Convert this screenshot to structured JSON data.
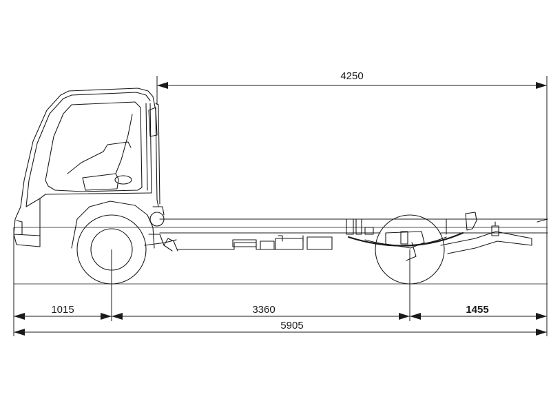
{
  "dimensions": {
    "cargo_length": "4250",
    "front_overhang": "1015",
    "wheelbase": "3360",
    "rear_overhang": "1455",
    "overall_length": "5905"
  },
  "colors": {
    "line": "#1a1a1a",
    "background": "#ffffff"
  }
}
